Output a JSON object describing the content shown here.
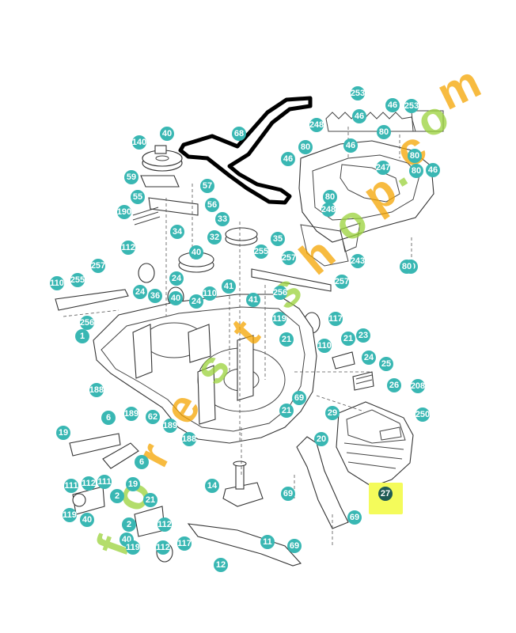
{
  "diagram": {
    "highlight": {
      "label": "27",
      "bg": "#f4fb5b",
      "circle": "#1e5a54"
    },
    "callout_color": "#39b7b3",
    "callouts": [
      "253",
      "46",
      "253",
      "46",
      "248",
      "80",
      "46",
      "80",
      "46",
      "247",
      "80",
      "80",
      "46",
      "248",
      "80",
      "80",
      "80",
      "243",
      "68",
      "140",
      "40",
      "59",
      "57",
      "55",
      "56",
      "190",
      "33",
      "34",
      "32",
      "255",
      "35",
      "112",
      "40",
      "257",
      "24",
      "257",
      "257",
      "255",
      "110",
      "24",
      "36",
      "110",
      "40",
      "24",
      "41",
      "41",
      "256",
      "256",
      "119",
      "117",
      "1",
      "21",
      "23",
      "110",
      "21",
      "24",
      "25",
      "26",
      "208",
      "188",
      "69",
      "62",
      "189",
      "21",
      "6",
      "29",
      "250",
      "19",
      "189",
      "188",
      "20",
      "6",
      "14",
      "111",
      "112",
      "111",
      "19",
      "2",
      "21",
      "40",
      "69",
      "119",
      "2",
      "112",
      "69",
      "40",
      "119",
      "112",
      "117",
      "11",
      "69",
      "12"
    ],
    "watermark": {
      "letters": [
        "f",
        "o",
        "r",
        "e",
        "s",
        "t",
        "s",
        "h",
        "o",
        "p",
        ".",
        "c",
        "o",
        "m"
      ],
      "colors": [
        "#9ad23a",
        "#9ad23a",
        "#f4a400",
        "#f4a400",
        "#9ad23a",
        "#f4a400",
        "#9ad23a",
        "#f4a400",
        "#9ad23a",
        "#f4a400",
        "#9ad23a",
        "#f4a400",
        "#9ad23a",
        "#f4a400"
      ]
    }
  }
}
